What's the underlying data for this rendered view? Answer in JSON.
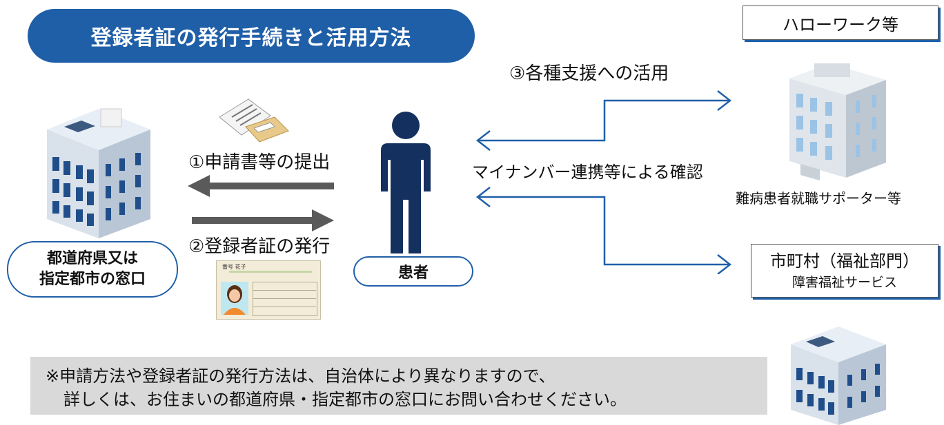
{
  "title": "登録者証の発行手続きと活用方法",
  "left_office": {
    "line1": "都道府県又は",
    "line2": "指定都市の窓口"
  },
  "patient": {
    "label": "患者"
  },
  "steps": {
    "submit": "①申請書等の提出",
    "issue": "②登録者証の発行",
    "use": "③各種支援への活用",
    "confirm": "マイナンバー連携等による確認"
  },
  "hello_work": {
    "label": "ハローワーク等",
    "sub": "難病患者就職サポーター等"
  },
  "municipality": {
    "line1": "市町村（福祉部門）",
    "line2": "障害福祉サービス"
  },
  "card": {
    "name": "番号 花子"
  },
  "note": {
    "line1": "※申請方法や登録者証の発行方法は、自治体により異なりますので、",
    "line2": "詳しくは、お住まいの都道府県・指定都市の窓口にお問い合わせください。"
  },
  "colors": {
    "brand_blue": "#1f5fa8",
    "navy": "#14305e",
    "arrow_gray": "#5a5a5a",
    "note_bg": "#d9d9d9"
  }
}
